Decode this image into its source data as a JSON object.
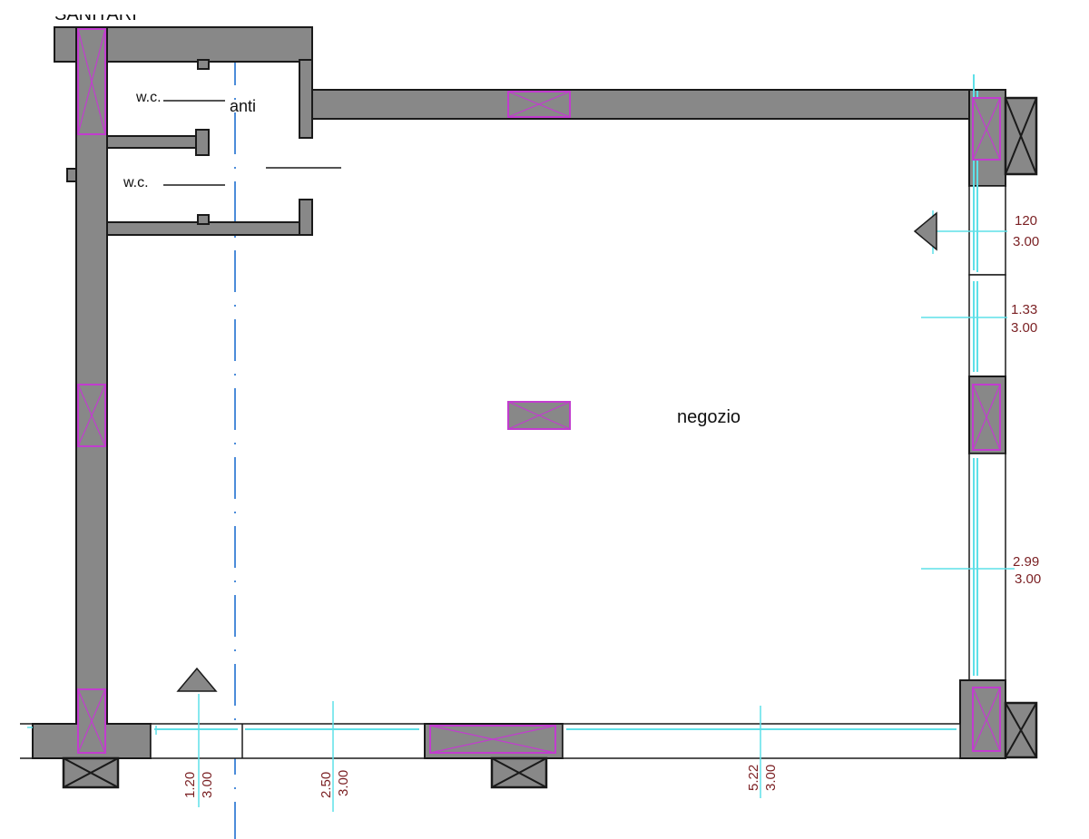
{
  "header": {
    "cut_label": "SANITARI"
  },
  "rooms": {
    "wc_top": "w.c.",
    "anti": "anti",
    "wc_bottom": "w.c.",
    "negozio": "negozio"
  },
  "dimensions": {
    "right_1_width": "120",
    "right_1_height": "3.00",
    "right_2_width": "1.33",
    "right_2_height": "3.00",
    "right_3_width": "2.99",
    "right_3_height": "3.00",
    "bottom_1_width": "1.20",
    "bottom_1_height": "3.00",
    "bottom_2_width": "2.50",
    "bottom_2_height": "3.00",
    "bottom_3_width": "5.22",
    "bottom_3_height": "3.00"
  },
  "colors": {
    "wall": "#888888",
    "column_outline": "#c23ccf",
    "glazing": "#5ee0e8",
    "axis_line": "#1f6fd0",
    "dimension_text": "#7a1f22"
  },
  "icons": [
    "section-arrow-up-icon",
    "section-arrow-left-icon"
  ]
}
